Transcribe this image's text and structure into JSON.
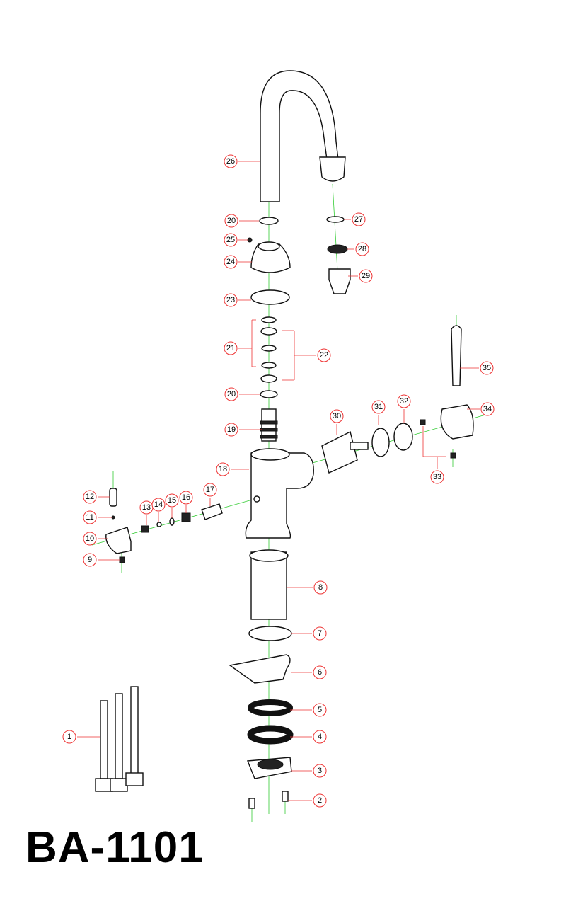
{
  "model": "BA-1101",
  "colors": {
    "axis": "#33cc33",
    "leader": "#ee3333",
    "outline": "#111111"
  },
  "callouts": {
    "c1": "1",
    "c2": "2",
    "c3": "3",
    "c4": "4",
    "c5": "5",
    "c6": "6",
    "c7": "7",
    "c8": "8",
    "c9": "9",
    "c10": "10",
    "c11": "11",
    "c12": "12",
    "c13": "13",
    "c14": "14",
    "c15": "15",
    "c16": "16",
    "c17": "17",
    "c18": "18",
    "c19": "19",
    "c20a": "20",
    "c20b": "20",
    "c21": "21",
    "c22": "22",
    "c23": "23",
    "c24": "24",
    "c25": "25",
    "c26": "26",
    "c27": "27",
    "c28": "28",
    "c29": "29",
    "c30": "30",
    "c31": "31",
    "c32": "32",
    "c33": "33",
    "c34": "34",
    "c35": "35"
  }
}
